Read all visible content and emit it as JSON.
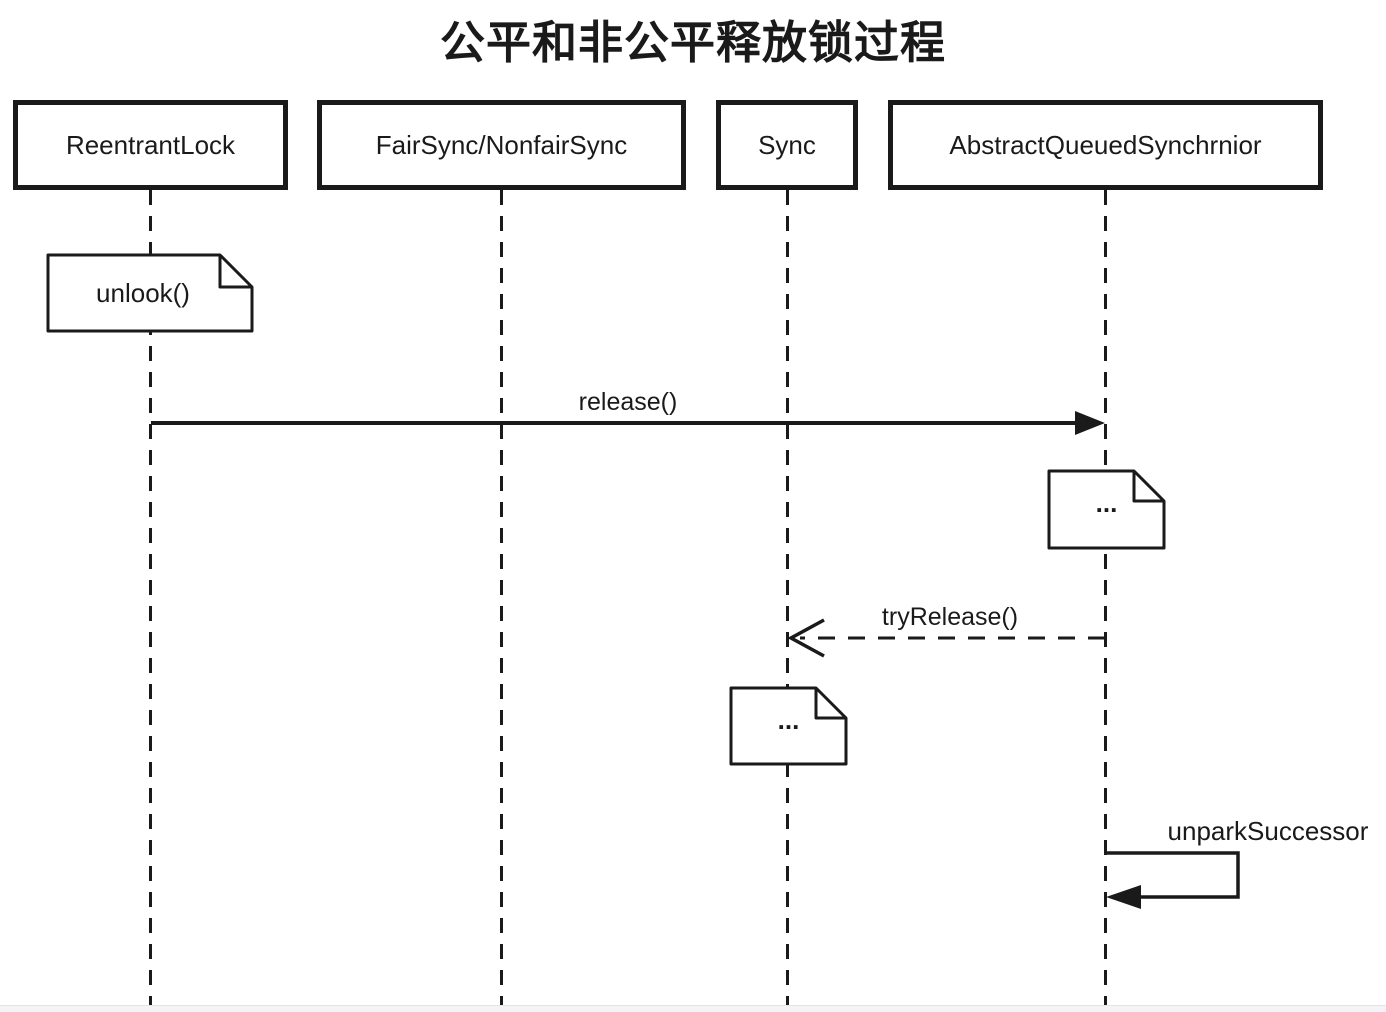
{
  "title": "公平和非公平释放锁过程",
  "participants": [
    {
      "label": "ReentrantLock"
    },
    {
      "label": "FairSync/NonfairSync"
    },
    {
      "label": "Sync"
    },
    {
      "label": "AbstractQueuedSynchrnior"
    }
  ],
  "notes": [
    {
      "label": "unlook()",
      "attached_to": "ReentrantLock"
    },
    {
      "label": "...",
      "attached_to": "AbstractQueuedSynchrnior"
    },
    {
      "label": "...",
      "attached_to": "Sync"
    }
  ],
  "messages": [
    {
      "label": "release()",
      "from": "ReentrantLock",
      "to": "AbstractQueuedSynchrnior",
      "line": "solid",
      "arrowhead": "filled"
    },
    {
      "label": "tryRelease()",
      "from": "AbstractQueuedSynchrnior",
      "to": "Sync",
      "line": "dashed",
      "arrowhead": "open"
    },
    {
      "label": "unparkSuccessor",
      "from": "AbstractQueuedSynchrnior",
      "to": "AbstractQueuedSynchrnior",
      "line": "solid",
      "arrowhead": "filled"
    }
  ],
  "colors": {
    "stroke": "#1a1a1a",
    "background": "#ffffff",
    "footer_strip": "#f4f4f6"
  }
}
